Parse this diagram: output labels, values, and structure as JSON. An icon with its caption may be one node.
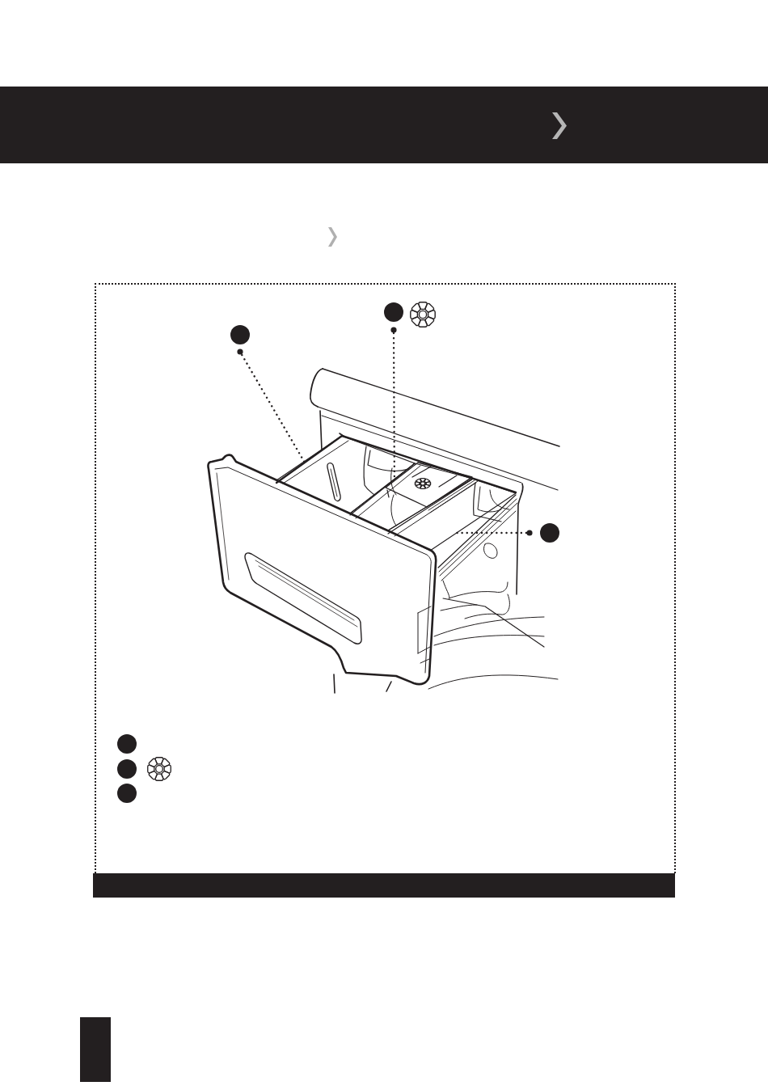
{
  "diagram": {
    "nodes": [
      {
        "text": [],
        "shape": "circle"
      },
      {
        "text": [],
        "shape": "circle"
      },
      {
        "text": [],
        "shape": "circle"
      },
      {
        "text": [],
        "shape": "picture"
      },
      {
        "text": [],
        "shape": "picture"
      },
      {
        "text": [],
        "shape": "picture"
      }
    ],
    "edges": [
      {
        "from": 0,
        "to": 3,
        "arrow": "none"
      },
      {
        "from": 1,
        "to": 4,
        "arrow": "none"
      },
      {
        "from": 2,
        "to": 5,
        "arrow": "none"
      }
    ]
  }
}
